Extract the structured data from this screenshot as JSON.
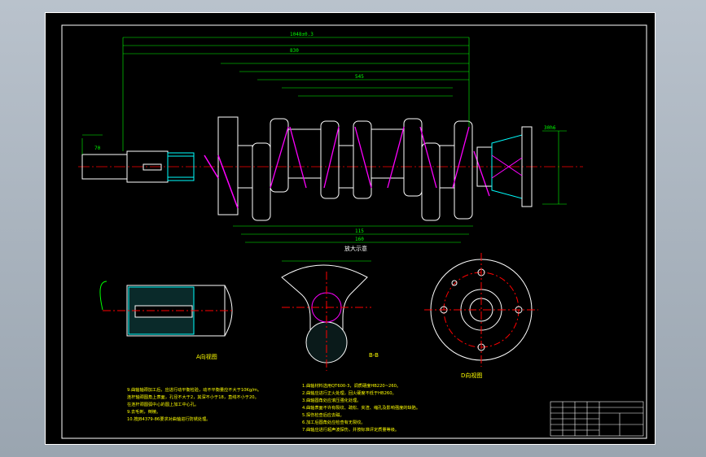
{
  "drawing": {
    "views": {
      "section_a_label": "A向视图",
      "section_b_label": "B-B",
      "section_b_caption": "放大示意",
      "end_view_label": "D向视图"
    },
    "dimensions": [
      "1048±0.3",
      "830",
      "545",
      "160",
      "115",
      "70",
      "30h6"
    ],
    "notes_left": [
      "9.曲轴轴颈加工后，应进行动平衡检验，动不平衡量应不大于10Kg/m。",
      "连杆轴颈圆角上表面，孔径不大于2，其深不小于18，直线不小于20。",
      "在连杆颈圆弧中心的圆上加工中心孔。",
      "9.去毛刺，倒棱。",
      "10.按JB4379-86要求对曲轴进行防锈处理。"
    ],
    "notes_right": [
      "1.曲轴材料选用QT600-3，调质硬度HB220~260。",
      "2.曲轴应进行正火处理，回火硬度不低于HB260。",
      "3.曲轴圆角处应滚压强化处理。",
      "4.曲轴表面不许有裂纹、疏松、夹渣、缩孔及影响强度的缺陷。",
      "5.探伤检查后应去磁。",
      "6.加工后圆角处应检查有无裂纹。",
      "7.曲轴应进行超声波探伤，并按标准评定质量等级。"
    ]
  },
  "colors": {
    "part": "#ffffff",
    "dims": "#00ff00",
    "center": "#ff0000",
    "hatch": "#00ffff",
    "magenta": "#ff00ff",
    "notes": "#ffff00"
  }
}
